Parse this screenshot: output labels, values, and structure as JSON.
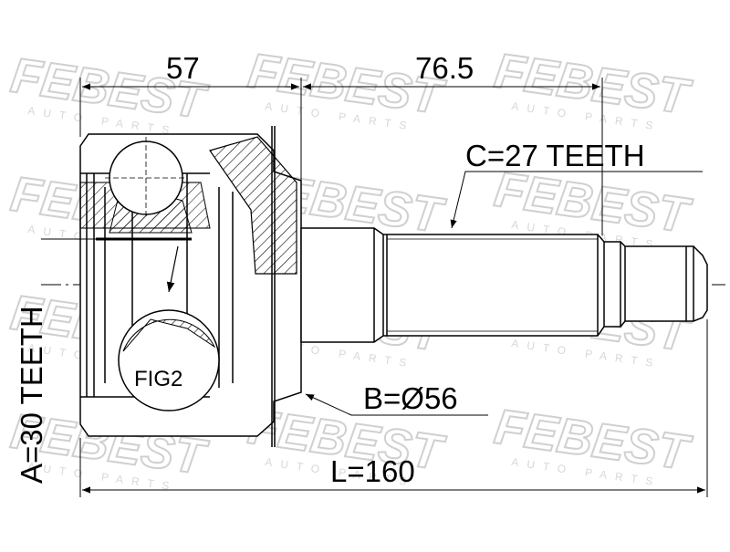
{
  "watermark": {
    "brand": "FEBEST",
    "sub": "AUTO PARTS"
  },
  "dimensions": {
    "top_left": "57",
    "top_right": "76.5",
    "spline_c": "C=27 TEETH",
    "diameter_b": "B=Ø56",
    "length_l": "L=160",
    "spline_a": "A=30 TEETH"
  },
  "figure_label": "FIG2"
}
